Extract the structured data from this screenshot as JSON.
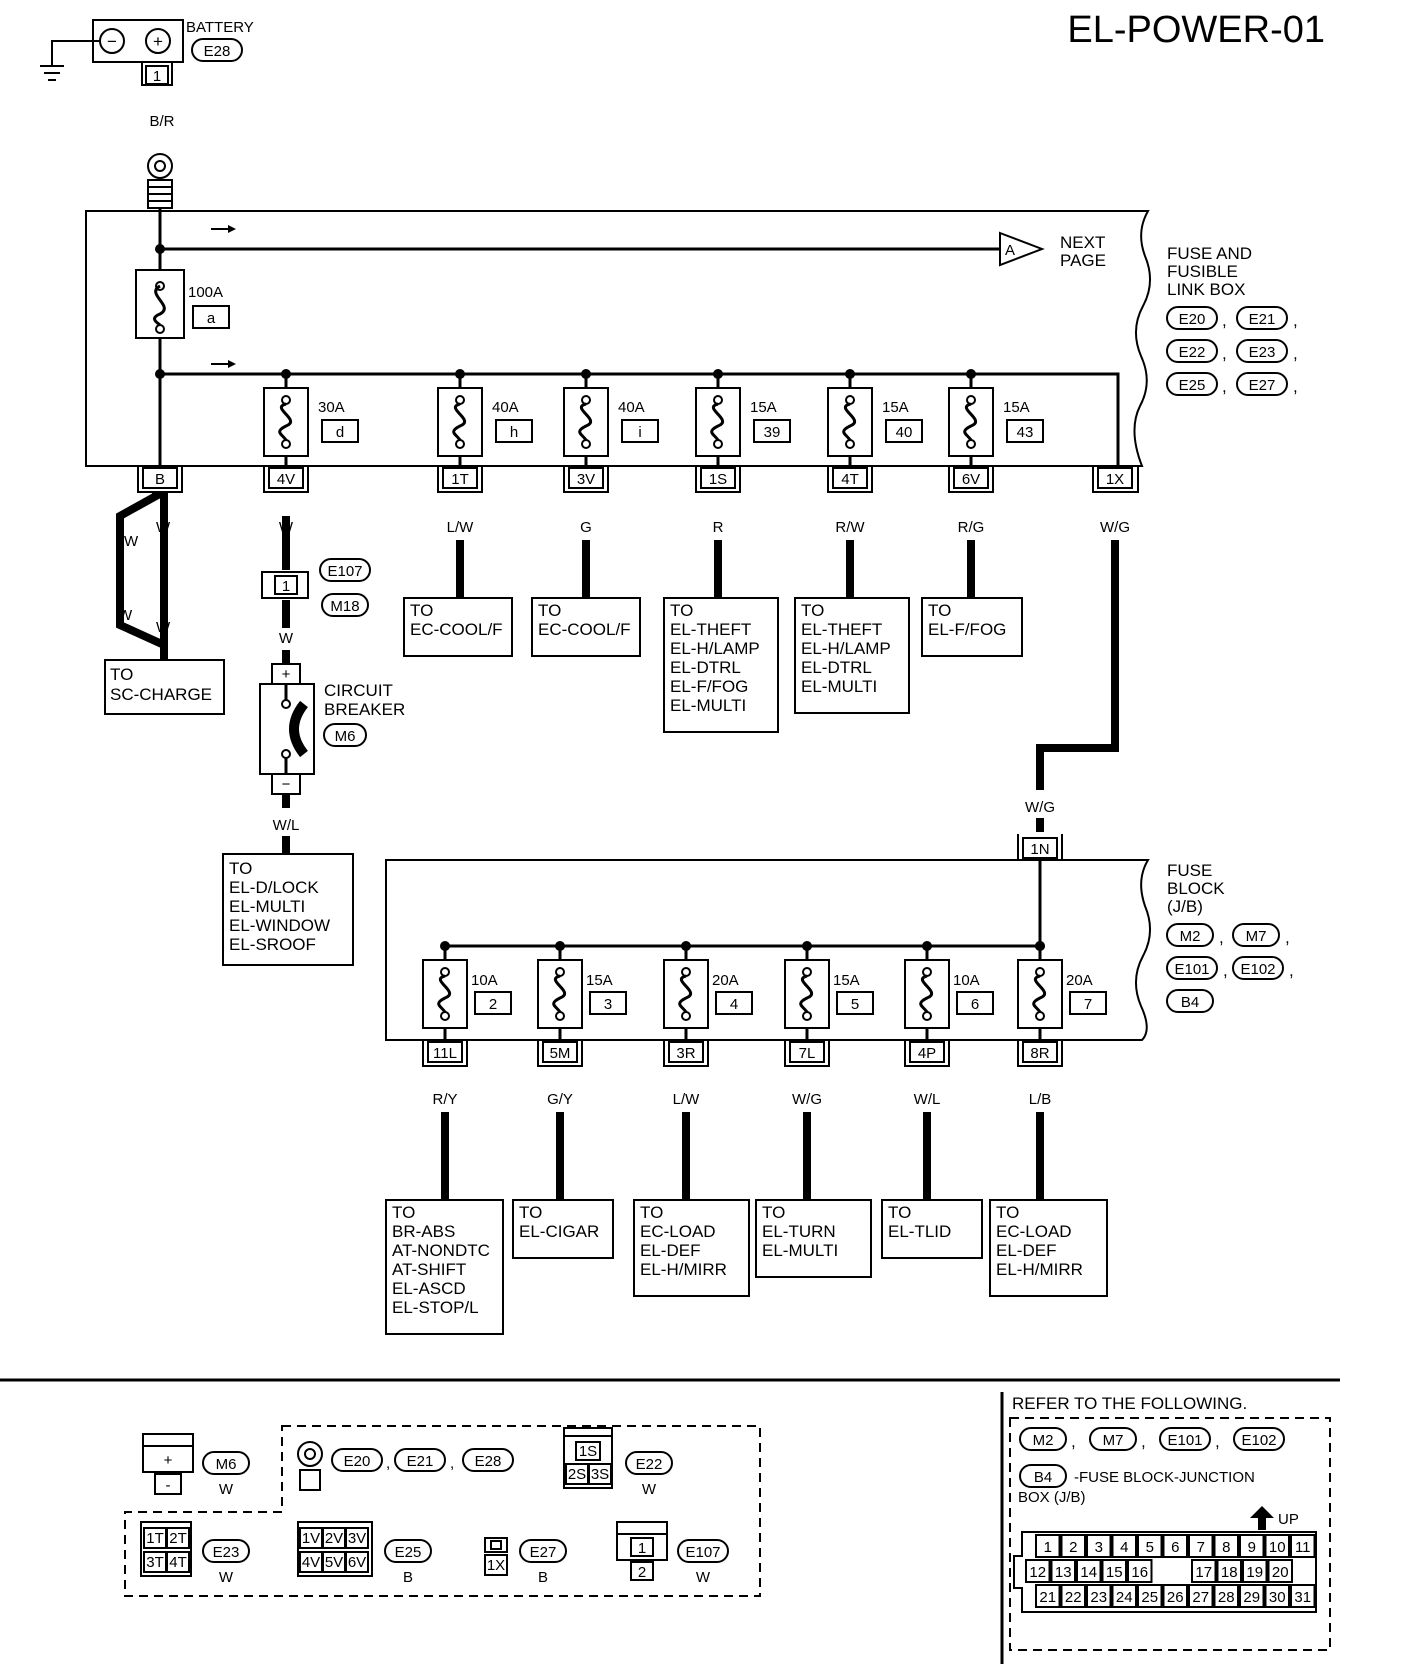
{
  "page_id": "EL-POWER-01",
  "battery": {
    "label": "BATTERY",
    "connector": "E28",
    "pin": "1",
    "wire": "B/R",
    "neg": "−",
    "pos": "+"
  },
  "fuse_link_box": {
    "title": [
      "FUSE AND",
      "FUSIBLE",
      "LINK BOX"
    ],
    "connectors": [
      "E20",
      "E21",
      "E22",
      "E23",
      "E25",
      "E27"
    ],
    "next_page": [
      "NEXT",
      "PAGE"
    ],
    "next_letter": "A",
    "main_link": {
      "rating": "100A",
      "id": "a"
    },
    "links": [
      {
        "rating": "30A",
        "id": "d",
        "pin": "4V",
        "wire": "W"
      },
      {
        "rating": "40A",
        "id": "h",
        "pin": "1T",
        "wire": "L/W"
      },
      {
        "rating": "40A",
        "id": "i",
        "pin": "3V",
        "wire": "G"
      },
      {
        "rating": "15A",
        "id": "39",
        "pin": "1S",
        "wire": "R"
      },
      {
        "rating": "15A",
        "id": "40",
        "pin": "4T",
        "wire": "R/W"
      },
      {
        "rating": "15A",
        "id": "43",
        "pin": "6V",
        "wire": "R/G"
      }
    ],
    "b_pin": "B",
    "x_pin": "1X",
    "x_wire": "W/G"
  },
  "sc_charge": {
    "wire": "W",
    "lines": [
      "TO",
      "SC-CHARGE"
    ]
  },
  "cb_branch": {
    "joint_pin": "1",
    "joint_connectors": [
      "E107",
      "M18"
    ],
    "wire_out": "W",
    "cb_label": [
      "CIRCUIT",
      "BREAKER"
    ],
    "cb_connector": "M6",
    "plus": "+",
    "minus": "−",
    "wire_bottom": "W/L",
    "lines": [
      "TO",
      "EL-D/LOCK",
      "EL-MULTI",
      "EL-WINDOW",
      "EL-SROOF"
    ]
  },
  "upper_dest": [
    [
      "TO",
      "EC-COOL/F"
    ],
    [
      "TO",
      "EC-COOL/F"
    ],
    [
      "TO",
      "EL-THEFT",
      "EL-H/LAMP",
      "EL-DTRL",
      "EL-F/FOG",
      "EL-MULTI"
    ],
    [
      "TO",
      "EL-THEFT",
      "EL-H/LAMP",
      "EL-DTRL",
      "EL-MULTI"
    ],
    [
      "TO",
      "EL-F/FOG"
    ]
  ],
  "fuse_block": {
    "title": [
      "FUSE",
      "BLOCK",
      "(J/B)"
    ],
    "connectors": [
      "M2",
      "M7",
      "E101",
      "E102",
      "B4"
    ],
    "in_wire": "W/G",
    "in_pin": "1N",
    "fuses": [
      {
        "rating": "10A",
        "id": "2",
        "pin": "11L",
        "wire": "R/Y"
      },
      {
        "rating": "15A",
        "id": "3",
        "pin": "5M",
        "wire": "G/Y"
      },
      {
        "rating": "20A",
        "id": "4",
        "pin": "3R",
        "wire": "L/W"
      },
      {
        "rating": "15A",
        "id": "5",
        "pin": "7L",
        "wire": "W/G"
      },
      {
        "rating": "10A",
        "id": "6",
        "pin": "4P",
        "wire": "W/L"
      },
      {
        "rating": "20A",
        "id": "7",
        "pin": "8R",
        "wire": "L/B"
      }
    ]
  },
  "lower_dest": [
    [
      "TO",
      "BR-ABS",
      "AT-NONDTC",
      "AT-SHIFT",
      "EL-ASCD",
      "EL-STOP/L"
    ],
    [
      "TO",
      "EL-CIGAR"
    ],
    [
      "TO",
      "EC-LOAD",
      "EL-DEF",
      "EL-H/MIRR"
    ],
    [
      "TO",
      "EL-TURN",
      "EL-MULTI"
    ],
    [
      "TO",
      "EL-TLID"
    ],
    [
      "TO",
      "EC-LOAD",
      "EL-DEF",
      "EL-H/MIRR"
    ]
  ],
  "legend": {
    "m6": {
      "conn": "M6",
      "color": "W",
      "plus": "+",
      "minus": "-"
    },
    "ring": {
      "conns": [
        "E20",
        "E21",
        "E28"
      ]
    },
    "e22": {
      "conn": "E22",
      "color": "W",
      "pins": [
        "1S",
        "2S",
        "3S"
      ]
    },
    "e23": {
      "conn": "E23",
      "color": "W",
      "pins": [
        "1T",
        "2T",
        "3T",
        "4T"
      ]
    },
    "e25": {
      "conn": "E25",
      "color": "B",
      "pins": [
        "1V",
        "2V",
        "3V",
        "4V",
        "5V",
        "6V"
      ]
    },
    "e27": {
      "conn": "E27",
      "color": "B",
      "pins": [
        "1X"
      ]
    },
    "e107": {
      "conn": "E107",
      "color": "W",
      "pins": [
        "1",
        "2"
      ]
    }
  },
  "refer": {
    "heading": "REFER TO THE FOLLOWING.",
    "conns": [
      "M2",
      "M7",
      "E101",
      "E102"
    ],
    "b4": "B4",
    "b4_desc": "-FUSE BLOCK-JUNCTION",
    "b4_desc2": "BOX (J/B)",
    "up": "UP",
    "row1": [
      "1",
      "2",
      "3",
      "4",
      "5",
      "6",
      "7",
      "8",
      "9",
      "10",
      "11"
    ],
    "row2": [
      "12",
      "13",
      "14",
      "15",
      "16",
      "17",
      "18",
      "19",
      "20"
    ],
    "row3": [
      "21",
      "22",
      "23",
      "24",
      "25",
      "26",
      "27",
      "28",
      "29",
      "30",
      "31"
    ]
  }
}
